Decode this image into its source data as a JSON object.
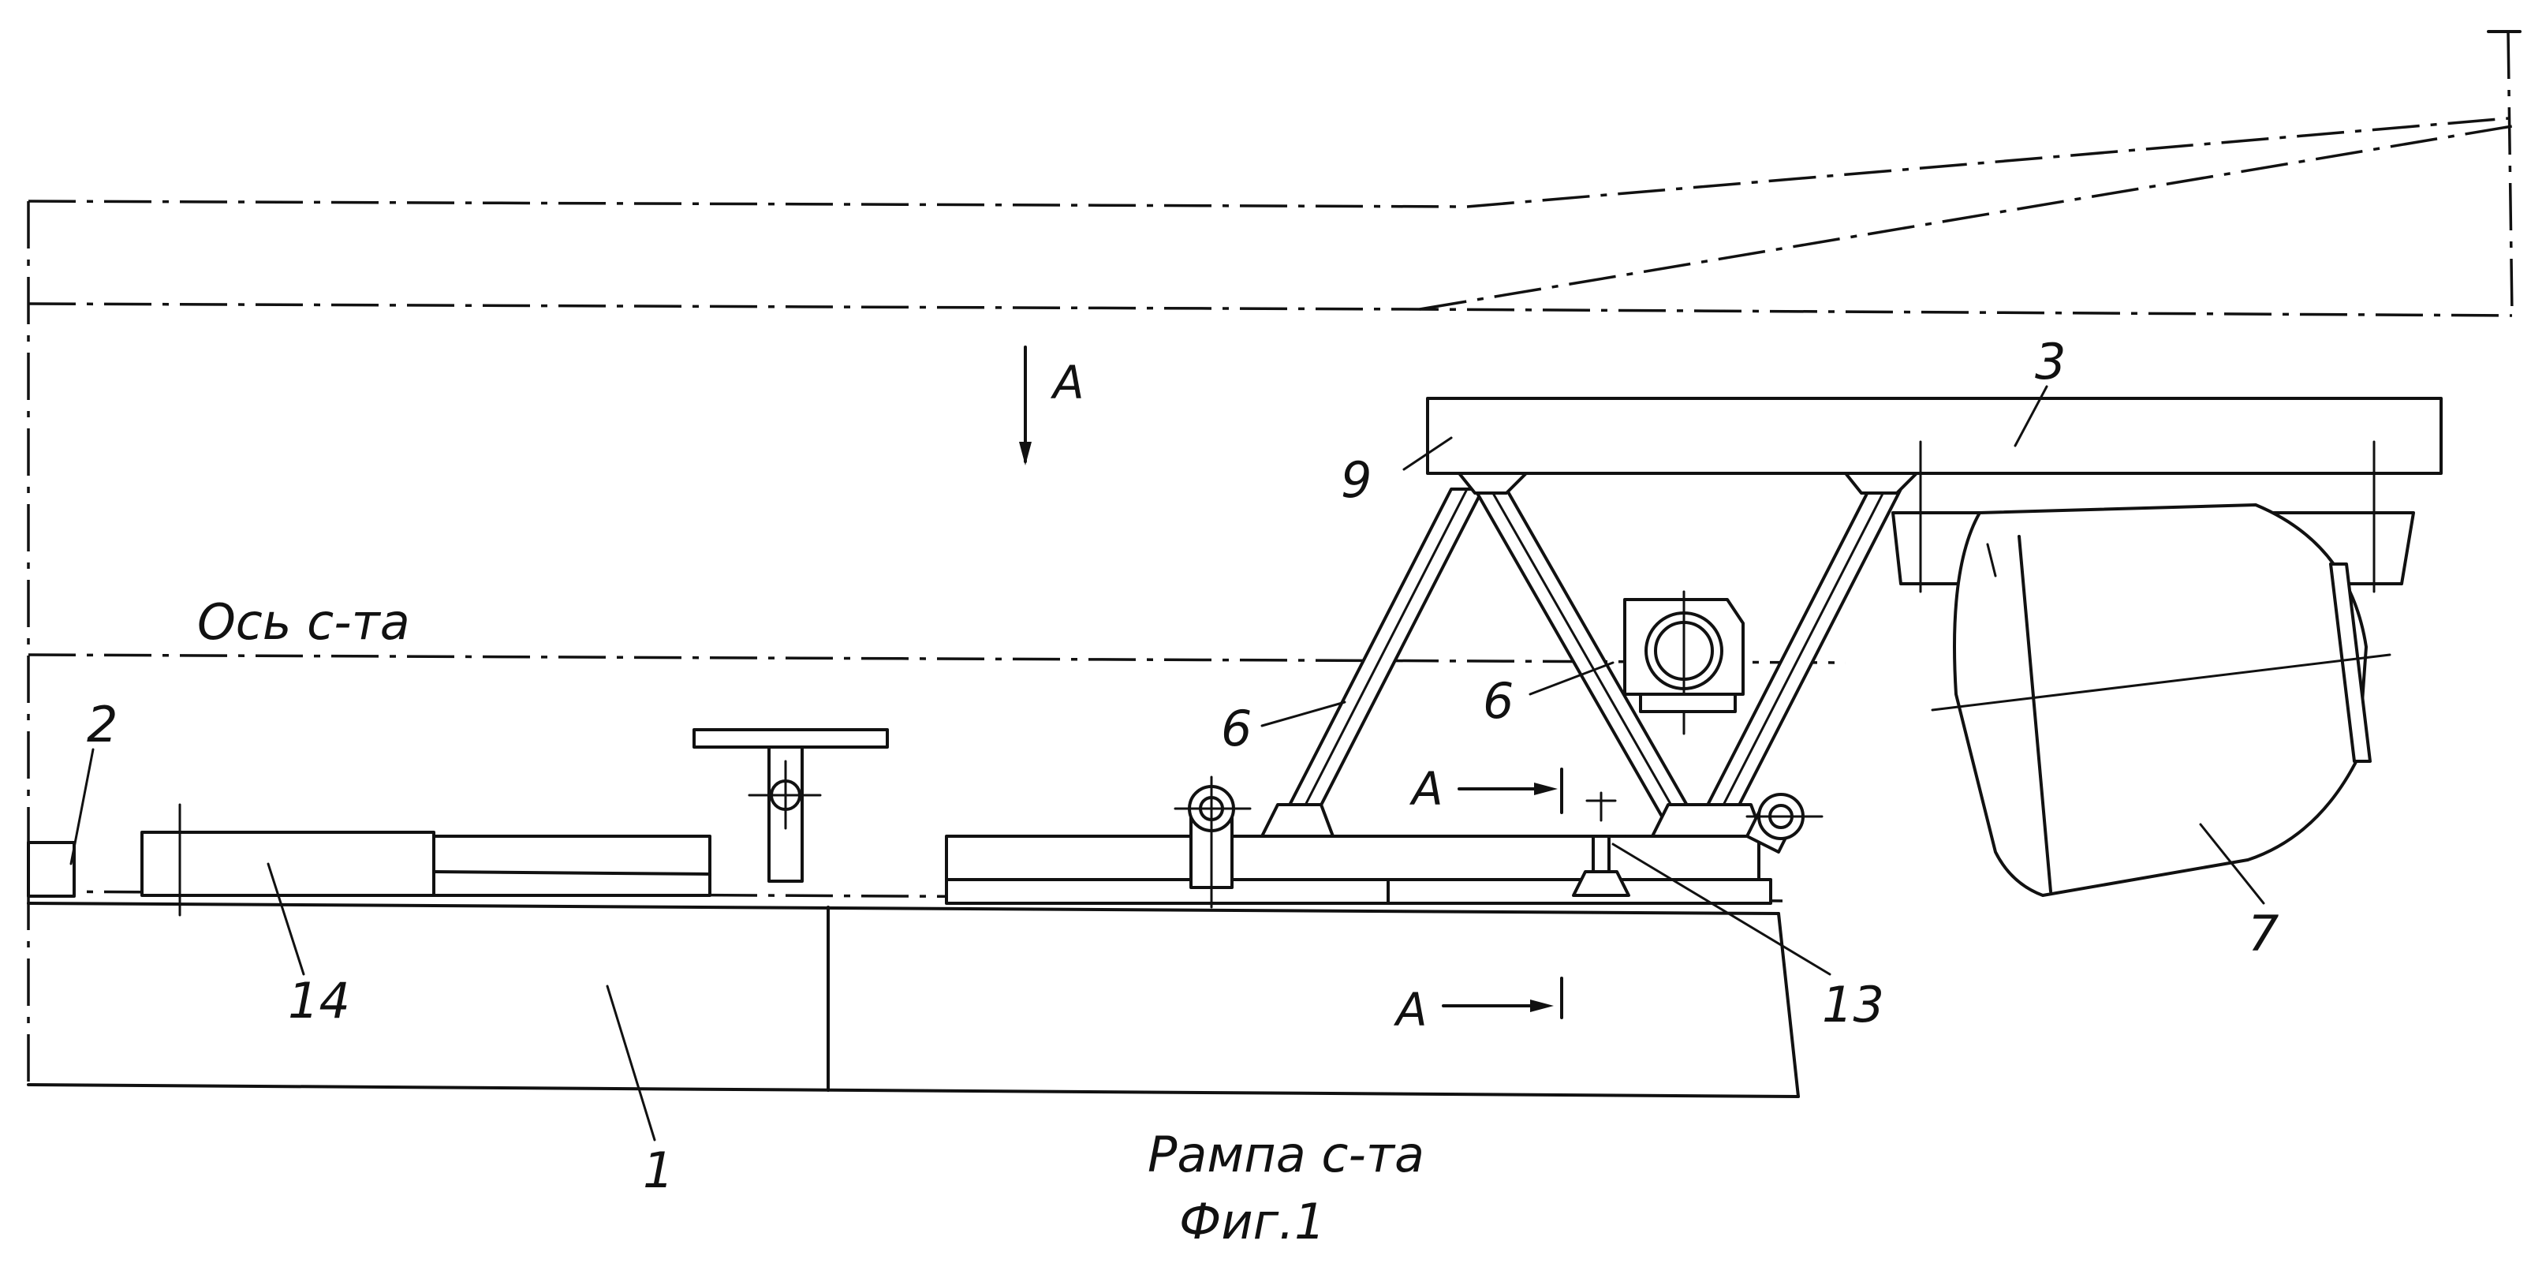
{
  "labels": {
    "axis_label": "Ось с-та",
    "ramp_label": "Рампа с-та",
    "figure_caption": "Фиг.1",
    "view_arrow_label": "A",
    "section_label_upper": "A",
    "section_label_lower": "A",
    "part_1": "1",
    "part_2": "2",
    "part_3": "3",
    "part_6_left": "6",
    "part_6_right": "6",
    "part_7": "7",
    "part_9": "9",
    "part_13": "13",
    "part_14": "14"
  }
}
